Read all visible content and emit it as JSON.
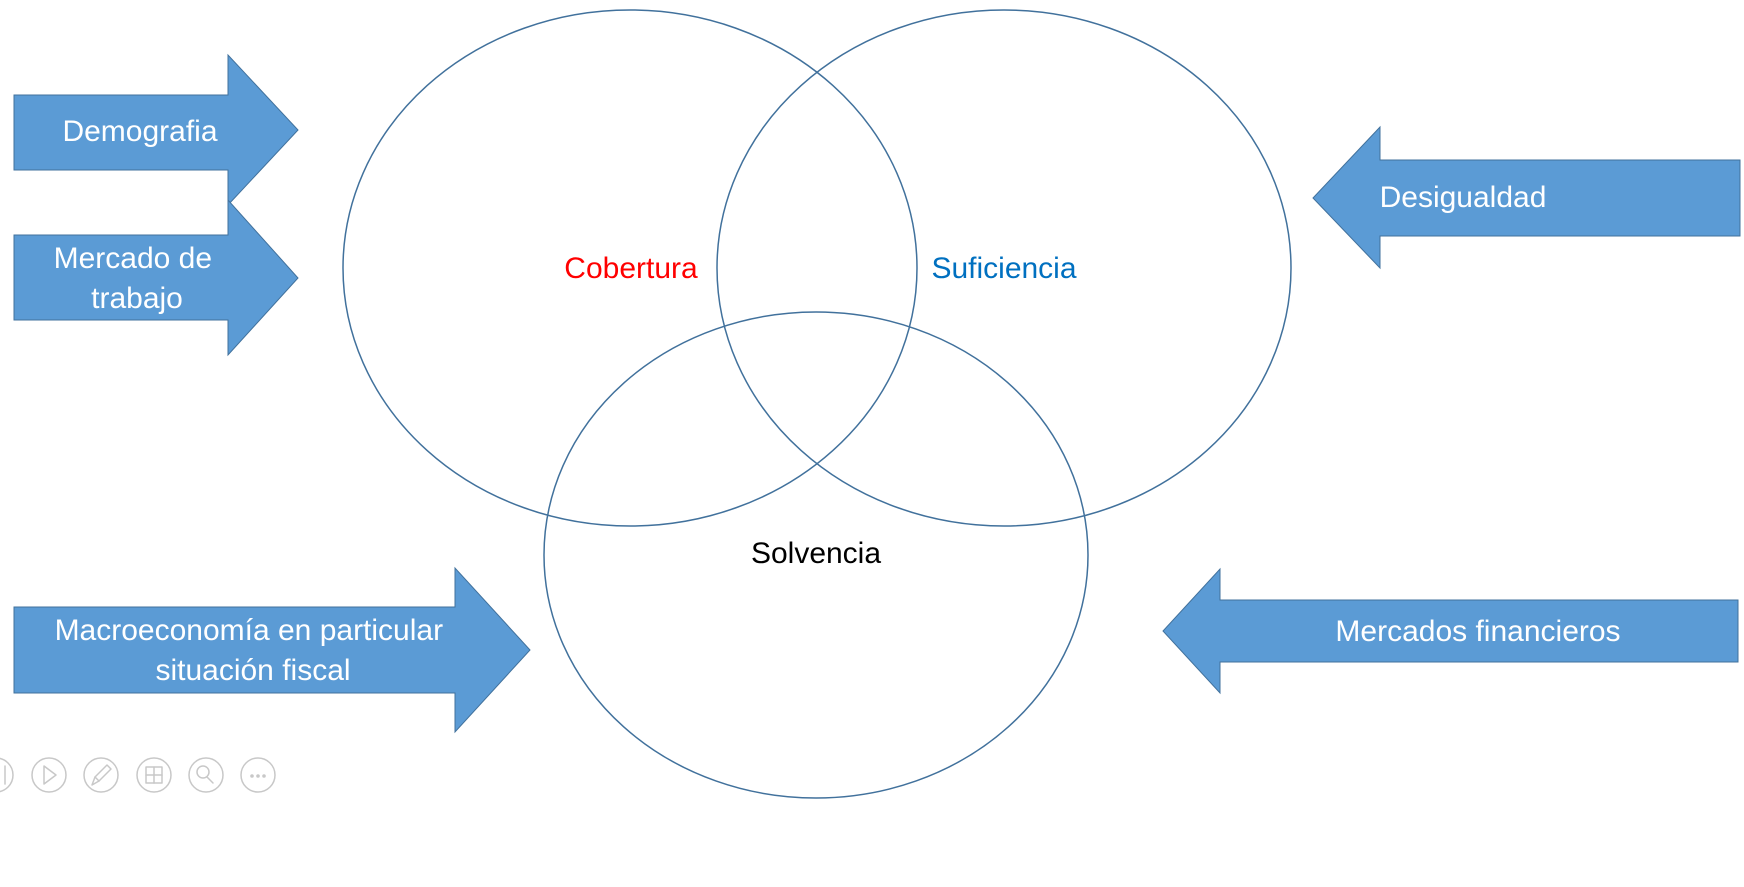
{
  "arrows": {
    "demografia": {
      "lines": [
        "Demografia"
      ]
    },
    "mercado_trabajo": {
      "lines": [
        "Mercado de",
        "trabajo"
      ]
    },
    "macroeconomia": {
      "lines": [
        "Macroeconomía en particular",
        "situación fiscal"
      ]
    },
    "desigualdad": {
      "lines": [
        "Desigualdad"
      ]
    },
    "mercados_financieros": {
      "lines": [
        "Mercados financieros"
      ]
    }
  },
  "circles": {
    "cobertura": {
      "label": "Cobertura",
      "color": "#ff0000"
    },
    "suficiencia": {
      "label": "Suficiencia",
      "color": "#0070c0"
    },
    "solvencia": {
      "label": "Solvencia",
      "color": "#000000"
    }
  },
  "colors": {
    "arrow_fill": "#5b9bd5",
    "arrow_border": "#41719c",
    "circle_stroke": "#41719c",
    "toolbar_icon": "#c8c8c8"
  },
  "toolbar": {
    "buttons": [
      "previous-icon",
      "play-icon",
      "pen-icon",
      "slides-icon",
      "zoom-icon",
      "more-icon"
    ]
  }
}
